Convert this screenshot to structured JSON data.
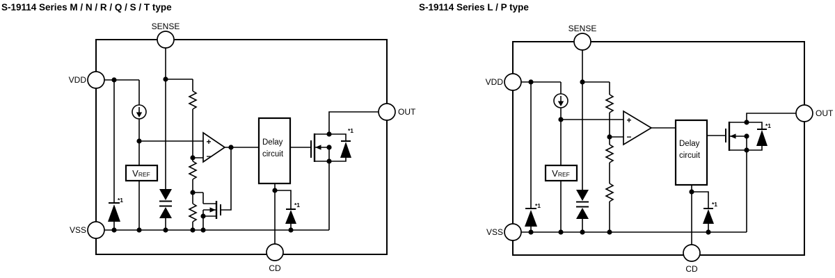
{
  "diagrams": [
    {
      "title": "S-19114 Series M / N / R / Q / S / T type",
      "pins": {
        "sense": "SENSE",
        "vdd": "VDD",
        "vss": "VSS",
        "out": "OUT",
        "cd": "CD"
      },
      "comparator": {
        "plus": "+",
        "minus": "−"
      },
      "vref": {
        "main": "V",
        "sub": "REF"
      },
      "delay": {
        "line1": "Delay",
        "line2": "circuit"
      },
      "footnote_marker": "*1"
    },
    {
      "title": "S-19114 Series L / P type",
      "pins": {
        "sense": "SENSE",
        "vdd": "VDD",
        "vss": "VSS",
        "out": "OUT",
        "cd": "CD"
      },
      "comparator": {
        "plus": "+",
        "minus": "−"
      },
      "vref": {
        "main": "V",
        "sub": "REF"
      },
      "delay": {
        "line1": "Delay",
        "line2": "circuit"
      },
      "footnote_marker": "*1"
    }
  ]
}
